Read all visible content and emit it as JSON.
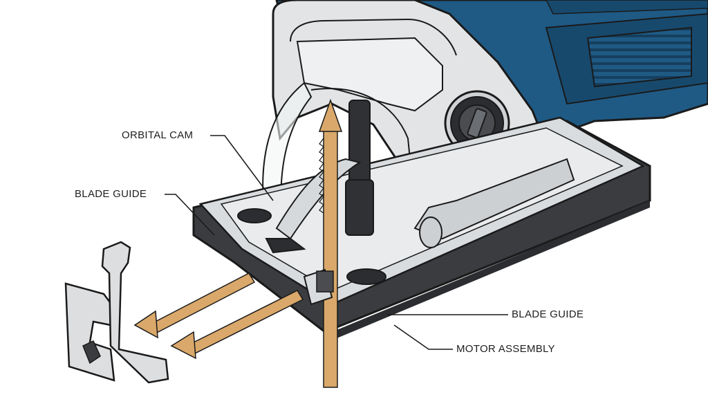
{
  "diagram": {
    "labels": {
      "orbital_cam": "ORBITAL CAM",
      "blade_guide_left": "BLADE GUIDE",
      "blade_guide_right": "BLADE GUIDE",
      "motor_assembly": "MOTOR ASSEMBLY"
    },
    "colors": {
      "housing_blue": "#1f5a85",
      "housing_blue_dark": "#17496d",
      "housing_grey": "#e2e4e6",
      "base_dark": "#3a3c3f",
      "blade_tan": "#d9a86a",
      "outline": "#1a1a1a"
    }
  }
}
